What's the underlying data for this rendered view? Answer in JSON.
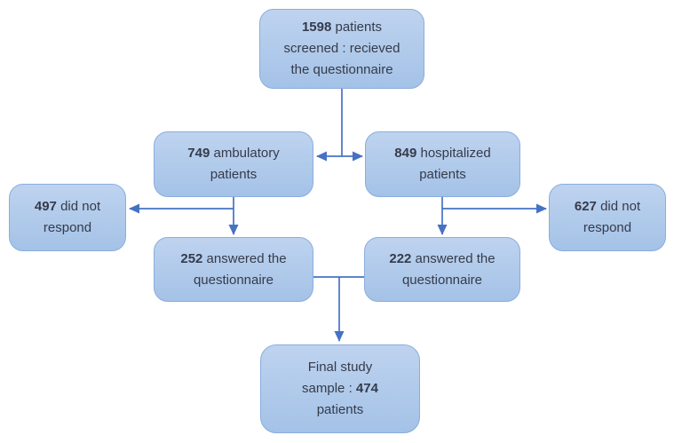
{
  "diagram": {
    "type": "flowchart",
    "nodes": {
      "screened": {
        "pre": "",
        "number": "1598",
        "post": " patients screened : recieved the questionnaire"
      },
      "ambulatory": {
        "pre": "",
        "number": "749",
        "post": " ambulatory patients"
      },
      "hospitalized": {
        "pre": "",
        "number": "849",
        "post": " hospitalized patients"
      },
      "amb_no": {
        "pre": "",
        "number": "497",
        "post": " did not respond"
      },
      "hosp_no": {
        "pre": "",
        "number": "627",
        "post": " did not respond"
      },
      "amb_answered": {
        "pre": "",
        "number": "252",
        "post": " answered the questionnaire"
      },
      "hosp_answered": {
        "pre": "",
        "number": "222",
        "post": " answered the questionnaire"
      },
      "final": {
        "pre": "Final study sample : ",
        "number": "474",
        "post": " patients"
      }
    },
    "edges": [
      {
        "from": "screened",
        "to": "ambulatory"
      },
      {
        "from": "screened",
        "to": "hospitalized"
      },
      {
        "from": "ambulatory",
        "to": "amb_no"
      },
      {
        "from": "ambulatory",
        "to": "amb_answered"
      },
      {
        "from": "hospitalized",
        "to": "hosp_no"
      },
      {
        "from": "hospitalized",
        "to": "hosp_answered"
      },
      {
        "from": "amb_answered",
        "to": "final"
      },
      {
        "from": "hosp_answered",
        "to": "final"
      }
    ],
    "colors": {
      "box_fill_top": "#bed3ef",
      "box_fill_bottom": "#a4c2e7",
      "box_border": "#8aadde",
      "arrow": "#4672c4",
      "text": "#353b4a"
    }
  }
}
